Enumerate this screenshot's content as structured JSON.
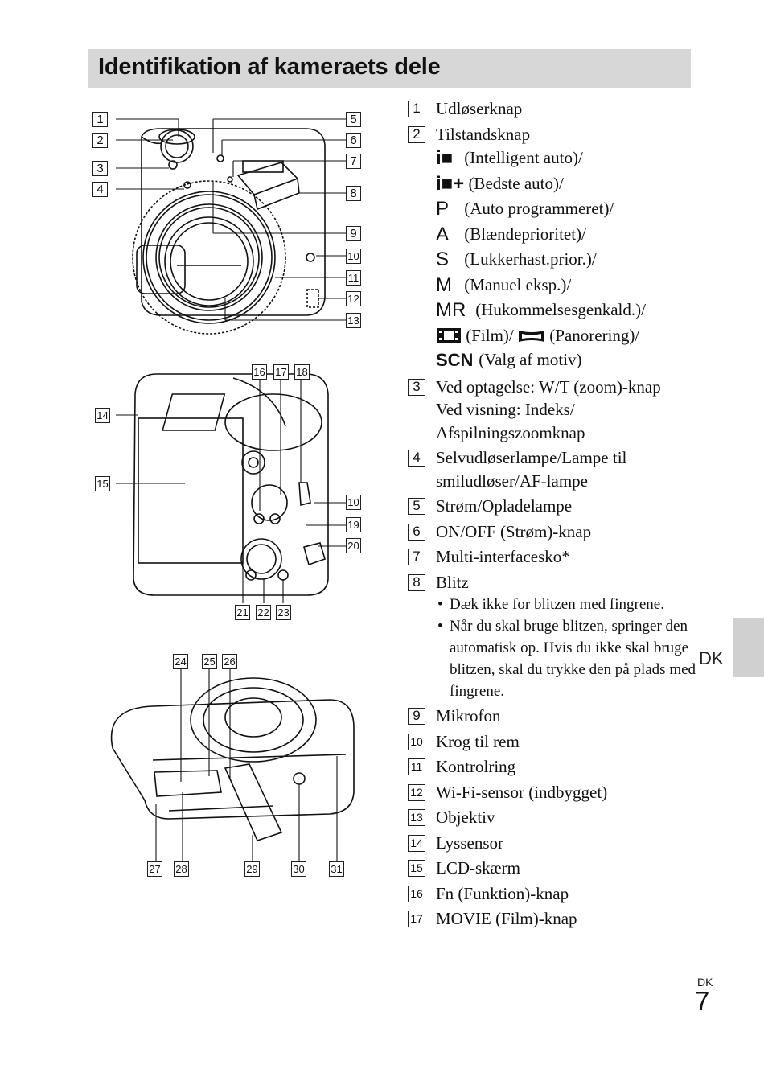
{
  "page": {
    "title": "Identifikation af kameraets dele",
    "side_label": "DK",
    "footer_lang": "DK",
    "page_number": "7"
  },
  "figure_front": {
    "callouts": [
      "1",
      "2",
      "3",
      "4",
      "5",
      "6",
      "7",
      "8",
      "9",
      "10",
      "11",
      "12",
      "13"
    ]
  },
  "figure_back": {
    "callouts": [
      "14",
      "15",
      "16",
      "17",
      "18",
      "10",
      "19",
      "20",
      "21",
      "22",
      "23"
    ]
  },
  "figure_bottom": {
    "callouts": [
      "24",
      "25",
      "26",
      "27",
      "28",
      "29",
      "30",
      "31"
    ]
  },
  "parts": [
    {
      "num": "1",
      "text": "Udløserknap"
    },
    {
      "num": "2",
      "text": "Tilstandsknap"
    },
    {
      "num": "3",
      "text": "Ved optagelse: W/T (zoom)-knap\nVed visning: Indeks/ Afspilningszoomknap"
    },
    {
      "num": "4",
      "text": "Selvudløserlampe/Lampe til smiludløser/AF-lampe"
    },
    {
      "num": "5",
      "text": "Strøm/Opladelampe"
    },
    {
      "num": "6",
      "text": "ON/OFF (Strøm)-knap"
    },
    {
      "num": "7",
      "text": "Multi-interfacesko*"
    },
    {
      "num": "8",
      "text": "Blitz"
    },
    {
      "num": "9",
      "text": "Mikrofon"
    },
    {
      "num": "10",
      "text": "Krog til rem"
    },
    {
      "num": "11",
      "text": "Kontrolring"
    },
    {
      "num": "12",
      "text": "Wi-Fi-sensor (indbygget)"
    },
    {
      "num": "13",
      "text": "Objektiv"
    },
    {
      "num": "14",
      "text": "Lyssensor"
    },
    {
      "num": "15",
      "text": "LCD-skærm"
    },
    {
      "num": "16",
      "text": "Fn (Funktion)-knap"
    },
    {
      "num": "17",
      "text": "MOVIE (Film)-knap"
    }
  ],
  "modes": [
    {
      "symbol": "i■",
      "icon": "intelligent-auto-icon",
      "text": "(Intelligent auto)/"
    },
    {
      "symbol": "i■+",
      "icon": "superior-auto-icon",
      "text": "(Bedste auto)/"
    },
    {
      "symbol": "P",
      "icon": "program-icon",
      "text": "(Auto programmeret)/"
    },
    {
      "symbol": "A",
      "icon": "aperture-priority-icon",
      "text": "(Blændeprioritet)/"
    },
    {
      "symbol": "S",
      "icon": "shutter-priority-icon",
      "text": "(Lukkerhast.prior.)/"
    },
    {
      "symbol": "M",
      "icon": "manual-icon",
      "text": "(Manuel eksp.)/"
    },
    {
      "symbol": "MR",
      "icon": "memory-recall-icon",
      "text": "(Hukommelsesgenkald.)/"
    },
    {
      "symbol": "",
      "icon": "movie-icon",
      "text": "(Film)/"
    },
    {
      "symbol": "",
      "icon": "panorama-icon",
      "text": "(Panorering)/"
    },
    {
      "symbol": "SCN",
      "icon": "scene-icon",
      "text": "(Valg af motiv)"
    }
  ],
  "flash_notes": [
    "Dæk ikke for blitzen med fingrene.",
    "Når du skal bruge blitzen, springer den automatisk op. Hvis du ikke skal bruge blitzen, skal du trykke den på plads med fingrene."
  ]
}
